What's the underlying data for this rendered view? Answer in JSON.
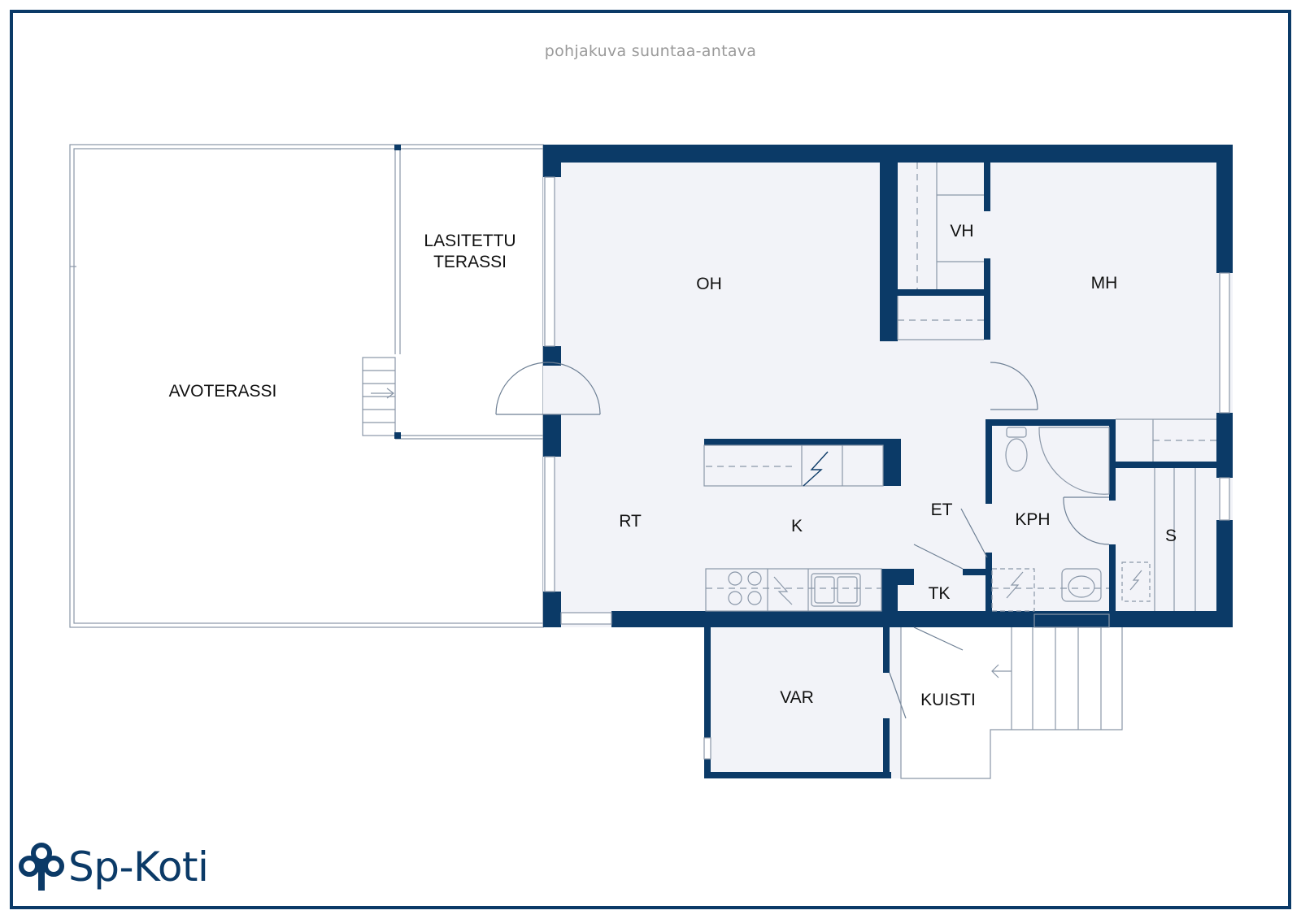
{
  "subtitle": "pohjakuva suuntaa-antava",
  "colors": {
    "wall": "#0b3a67",
    "floor": "#f2f3f8",
    "frame": "#0b3a67",
    "fixture": "#6d7f94",
    "text": "#111111"
  },
  "rooms": {
    "avoterassi": "AVOTERASSI",
    "lasitettu_line1": "LASITETTU",
    "lasitettu_line2": "TERASSI",
    "oh": "OH",
    "vh": "VH",
    "mh": "MH",
    "rt": "RT",
    "k": "K",
    "et": "ET",
    "kph": "KPH",
    "s": "S",
    "tk": "TK",
    "var": "VAR",
    "kuisti": "KUISTI"
  },
  "logo": {
    "text": "Sp-Koti",
    "icon": "sp-koti-tree-logo-icon"
  }
}
